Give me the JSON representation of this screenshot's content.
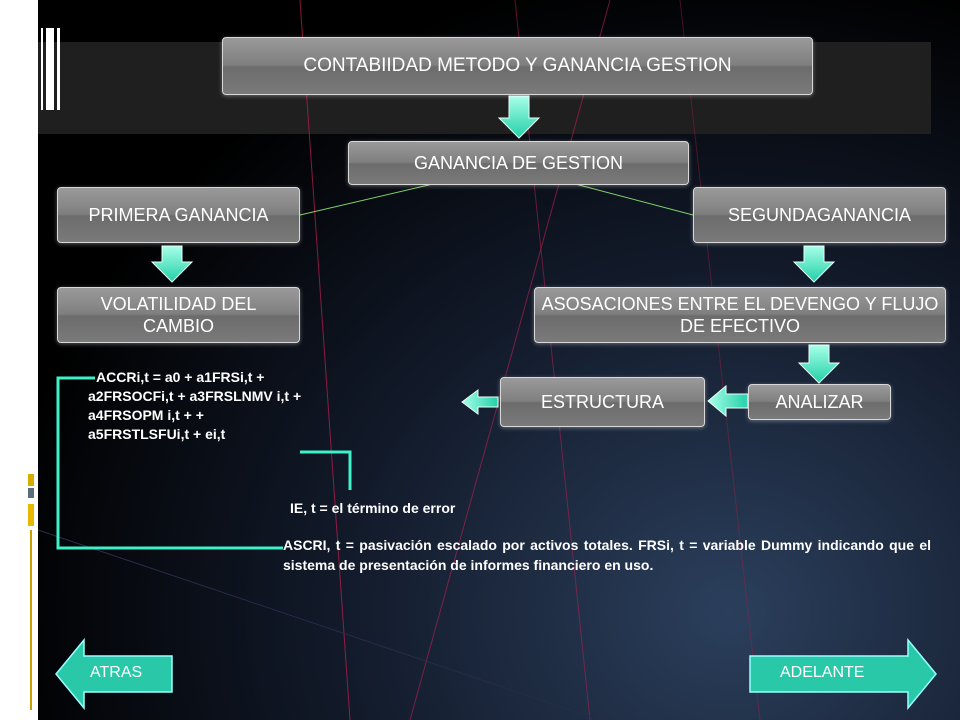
{
  "title": "CONTABIIDAD METODO Y GANANCIA GESTION",
  "nodes": {
    "ganancia_gestion": "GANANCIA DE GESTION",
    "primera": "PRIMERA GANANCIA",
    "segunda": "SEGUNDAGANANCIA",
    "volatilidad": "VOLATILIDAD DEL CAMBIO",
    "asosaciones": "ASOSACIONES ENTRE EL DEVENGO Y FLUJO DE EFECTIVO",
    "estructura": "ESTRUCTURA",
    "analizar": "ANALIZAR"
  },
  "formula": {
    "line1": "ACCRi,t = a0 + a1FRSi,t +",
    "line2": "a2FRSOCFi,t + a3FRSLNMV i,t +",
    "line3": "a4FRSOPM i,t + +",
    "line4": "a5FRSTLSFUi,t + ei,t"
  },
  "error_term": "IE, t = el término de error",
  "definitions": "ASCRI, t = pasivación escalado por activos totales. FRSi, t = variable Dummy indicando que el sistema de presentación de informes financiero en uso.",
  "nav": {
    "back": "ATRAS",
    "next": "ADELANTE"
  },
  "colors": {
    "accent": "#3ff0c8",
    "box": "#8a8a8a",
    "line": "#7fd06a"
  }
}
